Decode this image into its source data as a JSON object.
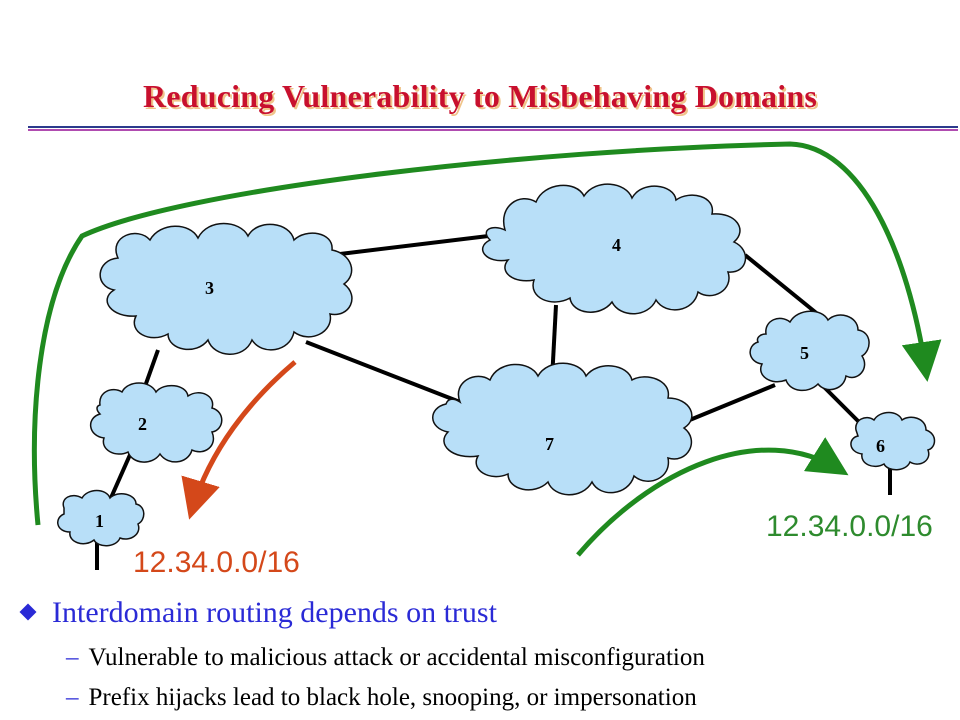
{
  "title": "Reducing Vulnerability to Misbehaving Domains",
  "colors": {
    "title": "#c8102e",
    "rule_blue": "#2b3a8c",
    "rule_purple": "#b04cb0",
    "cloud_fill": "#b8dff8",
    "green_arrow": "#1f8a1f",
    "orange_arrow": "#d4481a",
    "prefix_orange": "#d4481a",
    "prefix_green": "#2e8b2e",
    "bullet_blue": "#2a2ad6"
  },
  "nodes": [
    "1",
    "2",
    "3",
    "4",
    "5",
    "6",
    "7"
  ],
  "links": [
    [
      "1",
      "2"
    ],
    [
      "2",
      "3"
    ],
    [
      "3",
      "4"
    ],
    [
      "3",
      "7"
    ],
    [
      "4",
      "7"
    ],
    [
      "4",
      "5"
    ],
    [
      "5",
      "7"
    ],
    [
      "5",
      "6"
    ]
  ],
  "prefixes": {
    "hijacked": "12.34.0.0/16",
    "legitimate": "12.34.0.0/16"
  },
  "bullets": {
    "main": "Interdomain routing depends on trust",
    "sub": [
      "Vulnerable to malicious attack or accidental misconfiguration",
      "Prefix hijacks lead to black hole, snooping, or impersonation"
    ],
    "sub_marker": "–"
  }
}
